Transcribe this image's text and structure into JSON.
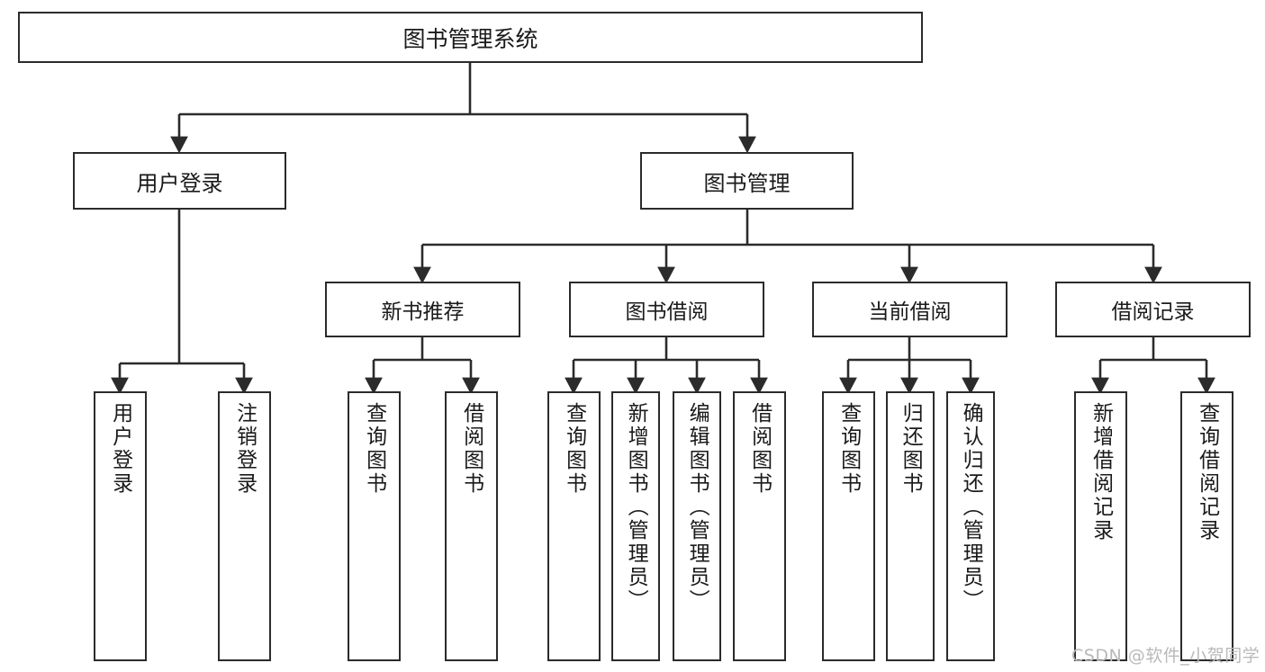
{
  "diagram": {
    "type": "tree",
    "title": "图书管理系统",
    "orientation": "top-down",
    "colors": {
      "box_border": "#2b2b2b",
      "box_fill": "#ffffff",
      "edge": "#2b2b2b",
      "text": "#1a1a1a",
      "watermark": "#b9b9b9",
      "background": "#ffffff"
    },
    "root": {
      "label": "图书管理系统"
    },
    "level2": [
      {
        "label": "用户登录"
      },
      {
        "label": "图书管理"
      }
    ],
    "level3": [
      {
        "label": "新书推荐"
      },
      {
        "label": "图书借阅"
      },
      {
        "label": "当前借阅"
      },
      {
        "label": "借阅记录"
      }
    ],
    "leaves": [
      {
        "label": "用户登录",
        "parent": "用户登录"
      },
      {
        "label": "注销登录",
        "parent": "用户登录"
      },
      {
        "label": "查询图书",
        "parent": "新书推荐"
      },
      {
        "label": "借阅图书",
        "parent": "新书推荐"
      },
      {
        "label": "查询图书",
        "parent": "图书借阅"
      },
      {
        "label": "新增图书（管理员）",
        "parent": "图书借阅"
      },
      {
        "label": "编辑图书（管理员）",
        "parent": "图书借阅"
      },
      {
        "label": "借阅图书",
        "parent": "图书借阅"
      },
      {
        "label": "查询图书",
        "parent": "当前借阅"
      },
      {
        "label": "归还图书",
        "parent": "当前借阅"
      },
      {
        "label": "确认归还（管理员）",
        "parent": "当前借阅"
      },
      {
        "label": "新增借阅记录",
        "parent": "借阅记录"
      },
      {
        "label": "查询借阅记录",
        "parent": "借阅记录"
      }
    ]
  },
  "watermark": {
    "text": "CSDN @软件_小贺同学"
  }
}
